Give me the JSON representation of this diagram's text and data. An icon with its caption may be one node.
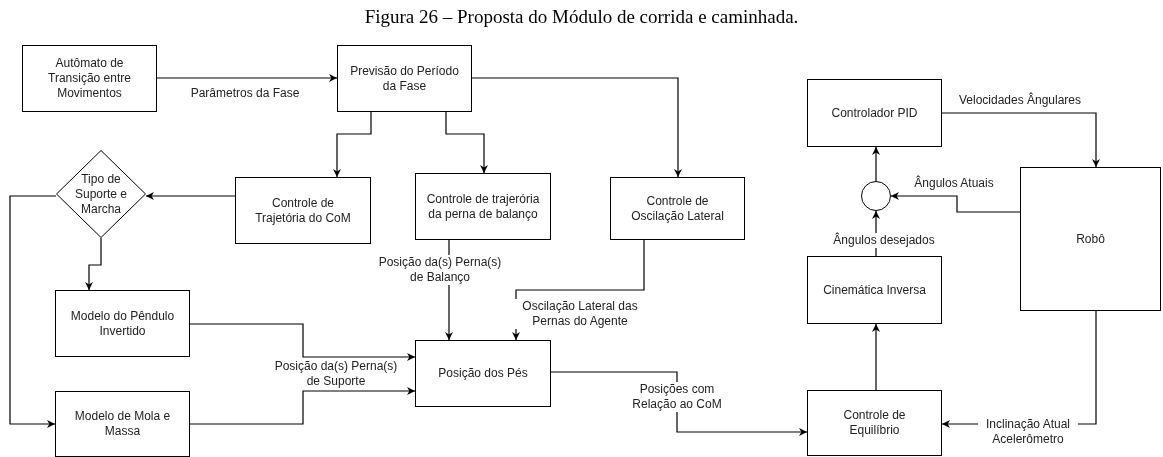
{
  "diagram": {
    "title": "Figura 26 – Proposta do Módulo de corrida e caminhada.",
    "nodes": [
      {
        "text": [
          "Autômato de Transição entre Movimentos"
        ]
      },
      {
        "text": [
          "Previsão do Período da Fase"
        ]
      },
      {
        "text": [
          "Tipo de Suporte e Marcha"
        ]
      },
      {
        "text": [
          "Controle de Trajetória do CoM"
        ]
      },
      {
        "text": [
          "Controle de trajerória da perna de balanço"
        ]
      },
      {
        "text": [
          "Controle de Oscilação Lateral"
        ]
      },
      {
        "text": [
          "Controlador PID"
        ]
      },
      {
        "text": [],
        "shape": "circle"
      },
      {
        "text": [
          "Robô"
        ]
      },
      {
        "text": [
          "Cinemática Inversa"
        ]
      },
      {
        "text": [
          "Modelo do Pêndulo Invertido"
        ]
      },
      {
        "text": [
          "Posição dos Pés"
        ]
      },
      {
        "text": [
          "Modelo de Mola e Massa"
        ]
      },
      {
        "text": [
          "Controle de Equilíbrio"
        ]
      }
    ],
    "edges": [
      {
        "from": 0,
        "to": 1,
        "arrow": "to",
        "label": "Parâmetros da Fase"
      },
      {
        "from": 1,
        "to": 5,
        "arrow": "to"
      },
      {
        "from": 1,
        "to": 3,
        "arrow": "to"
      },
      {
        "from": 1,
        "to": 4,
        "arrow": "to"
      },
      {
        "from": 3,
        "to": 2,
        "arrow": "to"
      },
      {
        "from": 2,
        "to": 10,
        "arrow": "to"
      },
      {
        "from": 2,
        "to": 12,
        "arrow": "to"
      },
      {
        "from": 10,
        "to": 11,
        "arrow": "to"
      },
      {
        "from": 12,
        "to": 11,
        "arrow": "to",
        "label": "Posição da(s) Perna(s) de Suporte"
      },
      {
        "from": 4,
        "to": 11,
        "arrow": "to",
        "label": "Posição da(s) Perna(s) de Balanço"
      },
      {
        "from": 5,
        "to": 11,
        "arrow": "to",
        "label": "Oscilação Lateral das Pernas do Agente"
      },
      {
        "from": 11,
        "to": 13,
        "arrow": "to",
        "label": "Posições com Relação ao CoM"
      },
      {
        "from": 13,
        "to": 9,
        "arrow": "to"
      },
      {
        "from": 9,
        "to": 7,
        "arrow": "to",
        "label": "Ângulos desejados"
      },
      {
        "from": 7,
        "to": 6,
        "arrow": "to"
      },
      {
        "from": 6,
        "to": 8,
        "arrow": "to",
        "label": "Velocidades Ângulares"
      },
      {
        "from": 8,
        "to": 7,
        "arrow": "to",
        "label": "Ângulos Atuais"
      },
      {
        "from": 8,
        "to": 13,
        "arrow": "to",
        "label": "Inclinação Atual Acelerômetro"
      }
    ]
  }
}
